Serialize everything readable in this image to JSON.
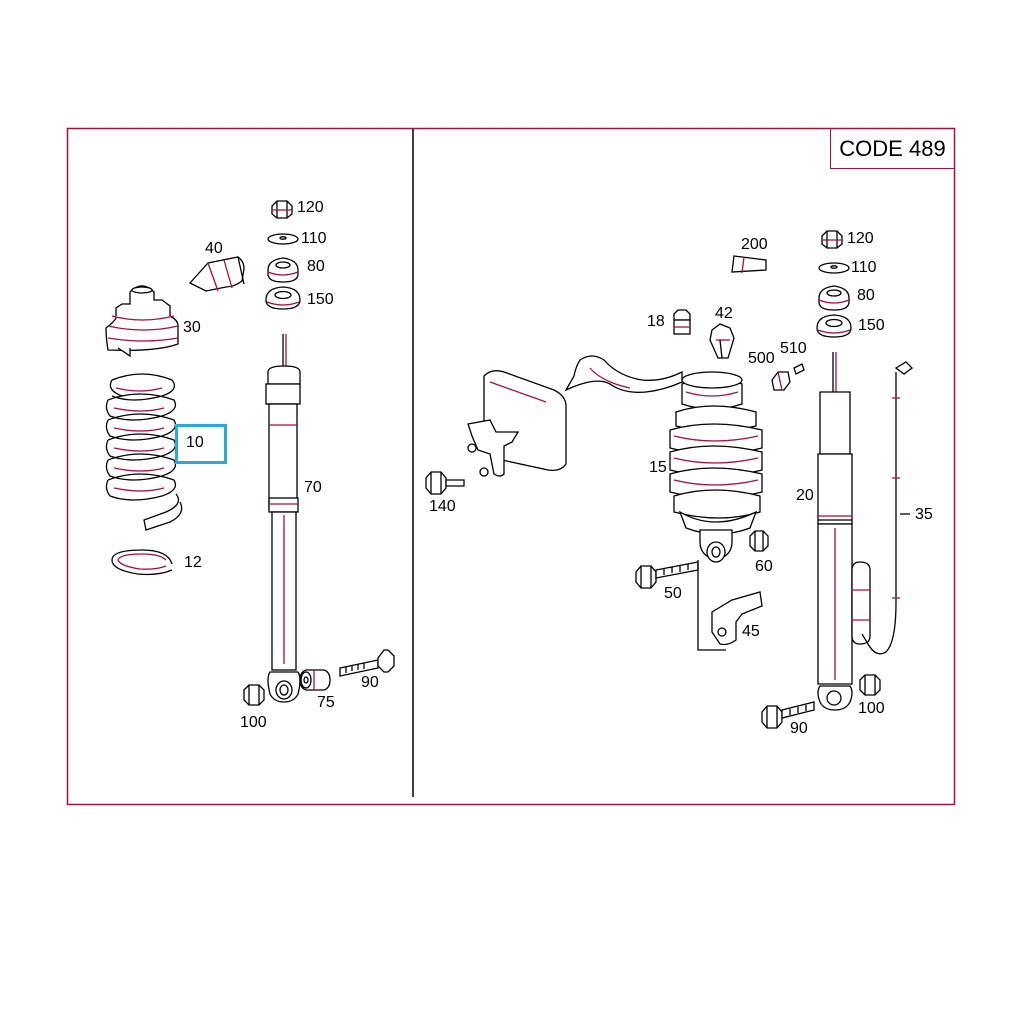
{
  "header": {
    "code_label": "CODE 489"
  },
  "colors": {
    "line": "#a3123a",
    "outline": "#000000",
    "highlight": "#29a8de"
  },
  "left_panel": {
    "parts": [
      "120",
      "110",
      "80",
      "150",
      "40",
      "30",
      "10",
      "12",
      "70",
      "100",
      "75",
      "90"
    ]
  },
  "right_panel": {
    "parts": [
      "200",
      "120",
      "110",
      "80",
      "150",
      "18",
      "42",
      "500",
      "510",
      "15",
      "140",
      "20",
      "35",
      "50",
      "60",
      "45",
      "90",
      "100"
    ]
  },
  "selected_part": "10"
}
